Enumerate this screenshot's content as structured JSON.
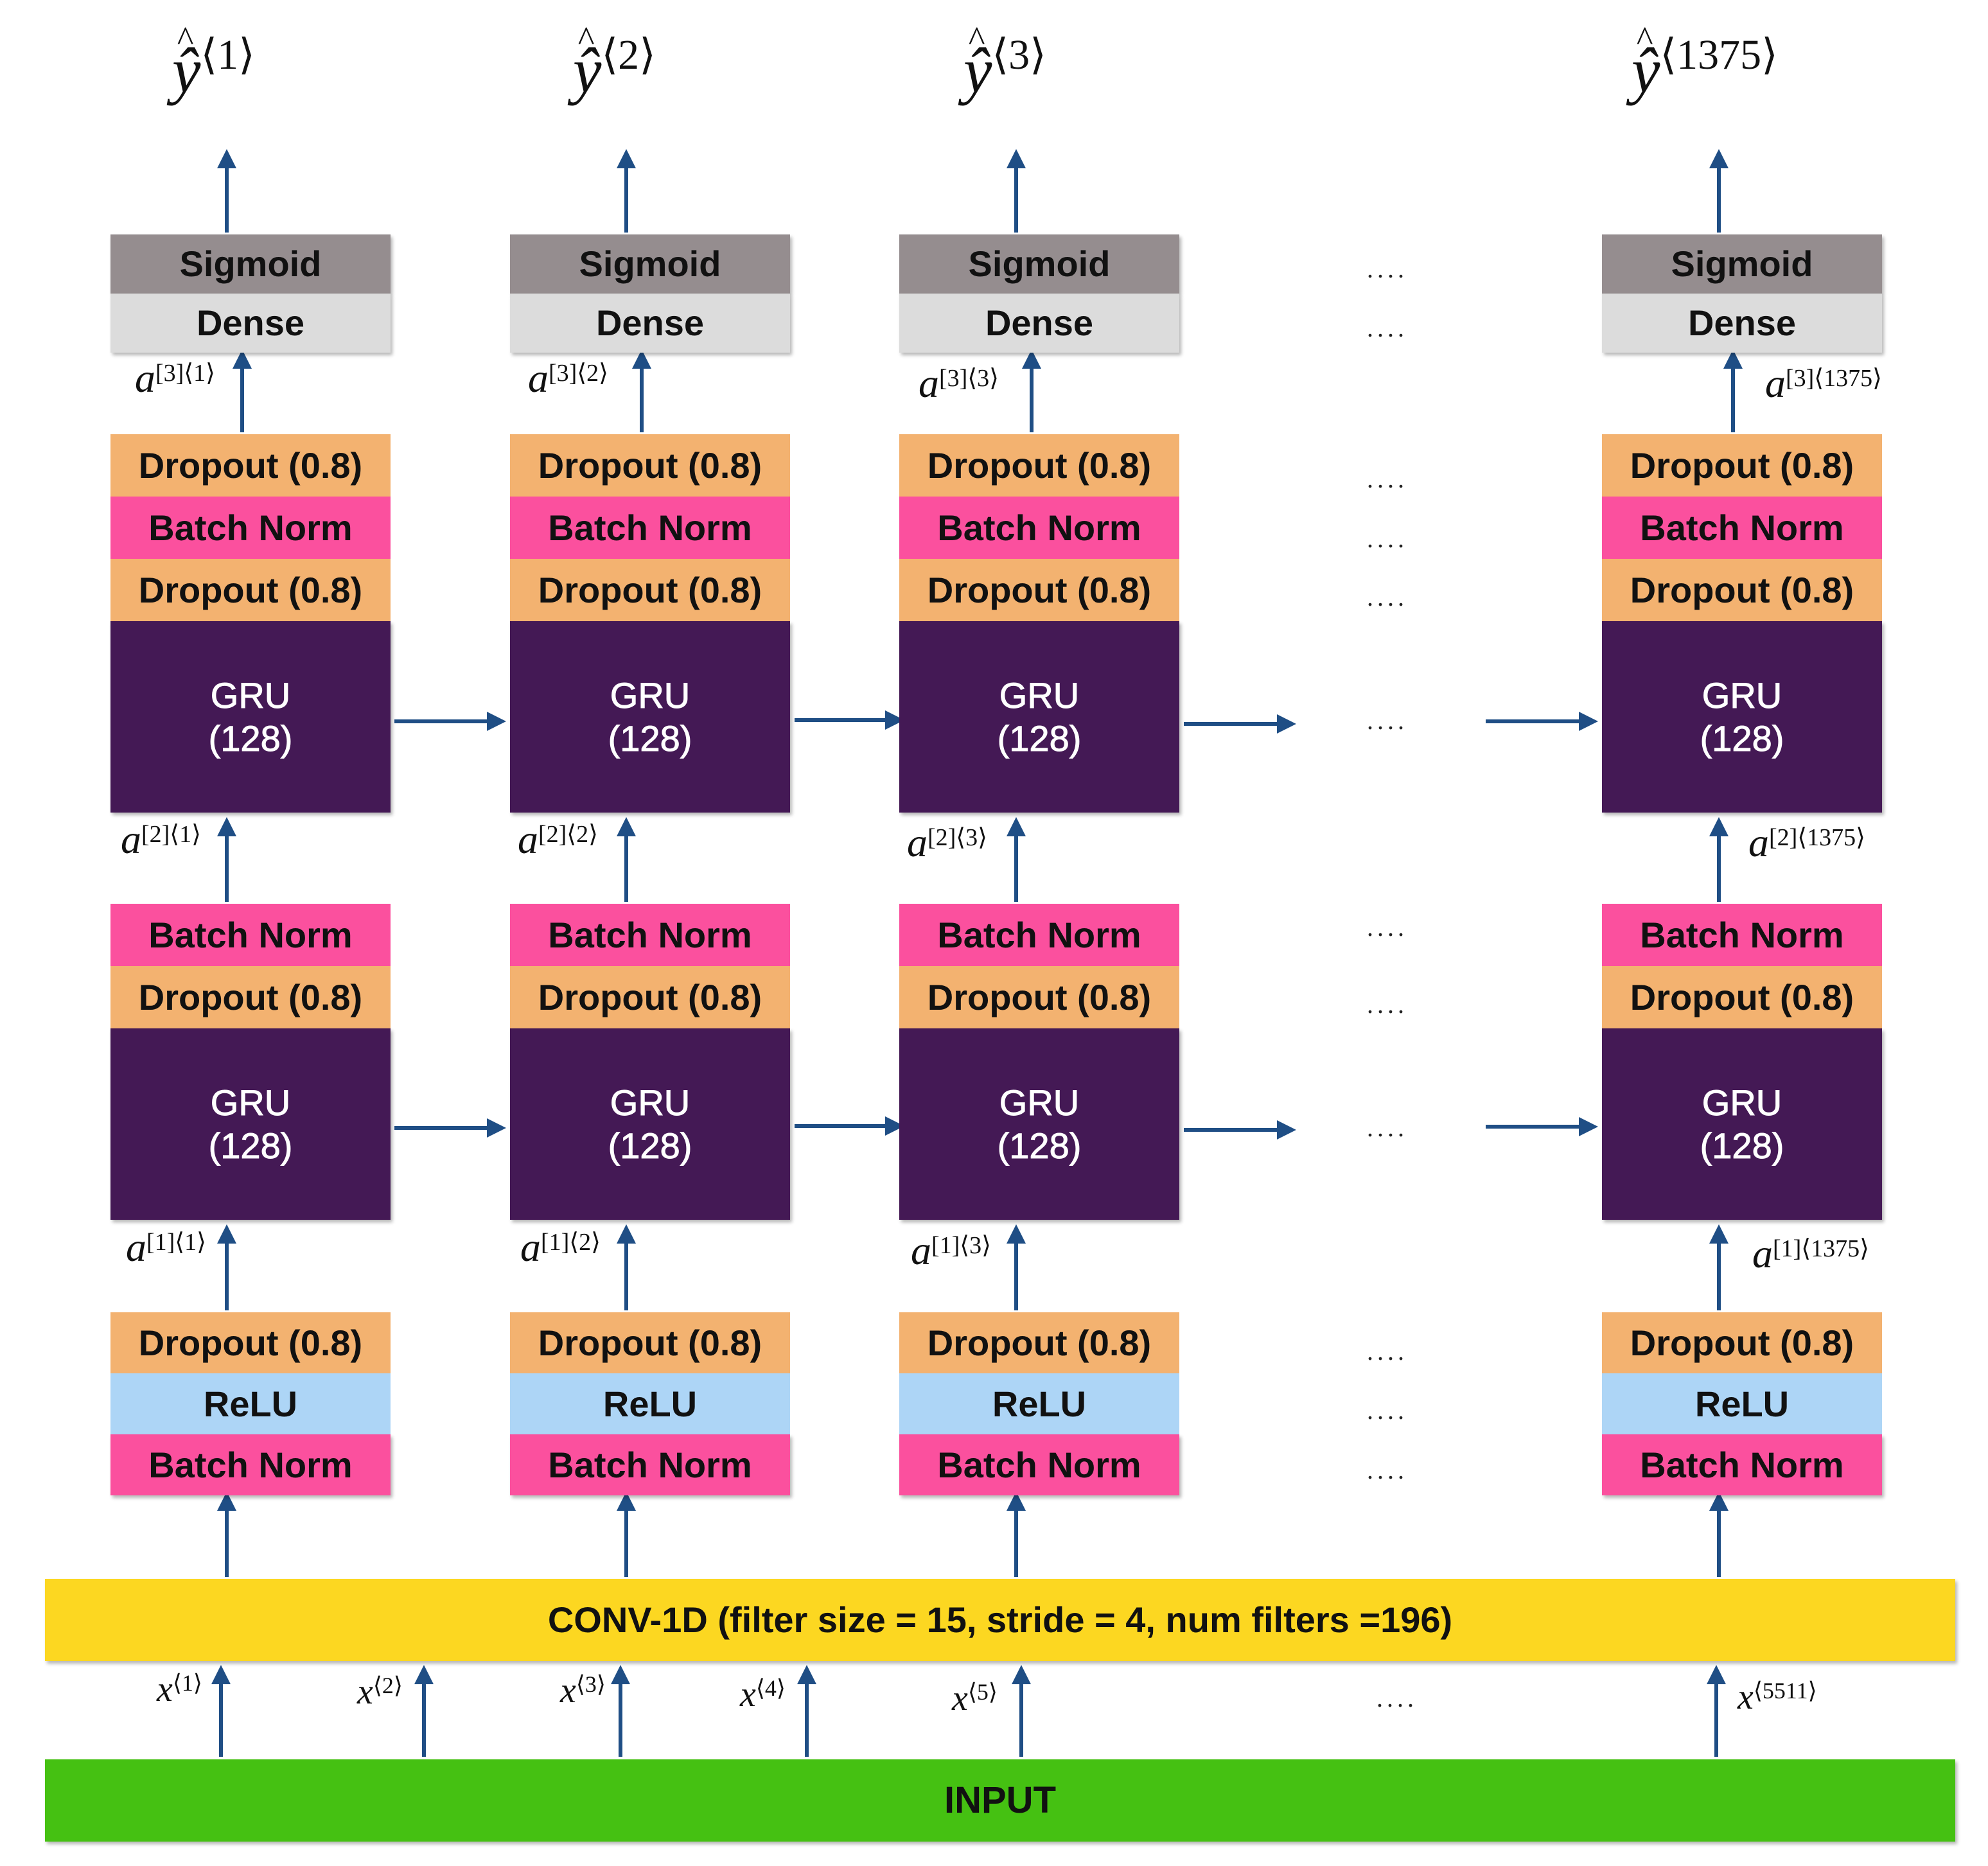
{
  "columns": [
    {
      "output": "ŷ",
      "output_sup": "⟨1⟩",
      "a3_sup": "[3]⟨1⟩",
      "a2_sup": "[2]⟨1⟩",
      "a1_sup": "[1]⟨1⟩"
    },
    {
      "output": "ŷ",
      "output_sup": "⟨2⟩",
      "a3_sup": "[3]⟨2⟩",
      "a2_sup": "[2]⟨2⟩",
      "a1_sup": "[1]⟨2⟩"
    },
    {
      "output": "ŷ",
      "output_sup": "⟨3⟩",
      "a3_sup": "[3]⟨3⟩",
      "a2_sup": "[2]⟨3⟩",
      "a1_sup": "[1]⟨3⟩"
    },
    {
      "output": "ŷ",
      "output_sup": "⟨1375⟩",
      "a3_sup": "[3]⟨1375⟩",
      "a2_sup": "[2]⟨1375⟩",
      "a1_sup": "[1]⟨1375⟩"
    }
  ],
  "activation_symbol": "a",
  "layers": {
    "sigmoid": "Sigmoid",
    "dense": "Dense",
    "dropout": "Dropout (0.8)",
    "batch_norm": "Batch Norm",
    "gru_name": "GRU",
    "gru_units": "(128)",
    "relu": "ReLU"
  },
  "conv": "CONV-1D (filter size = 15, stride = 4, num filters =196)",
  "input": "INPUT",
  "inputs": [
    {
      "symbol": "x",
      "sup": "⟨1⟩"
    },
    {
      "symbol": "x",
      "sup": "⟨2⟩"
    },
    {
      "symbol": "x",
      "sup": "⟨3⟩"
    },
    {
      "symbol": "x",
      "sup": "⟨4⟩"
    },
    {
      "symbol": "x",
      "sup": "⟨5⟩"
    },
    {
      "symbol": "x",
      "sup": "⟨5511⟩"
    }
  ],
  "ellipsis": "....",
  "colors": {
    "sigmoid": "#958d8f",
    "dense": "#dcdcdc",
    "dropout": "#f3b270",
    "batch_norm": "#fb509e",
    "relu": "#add5f6",
    "gru": "#441955",
    "conv": "#fcd721",
    "input": "#45c112",
    "arrow": "#1f4e85"
  }
}
